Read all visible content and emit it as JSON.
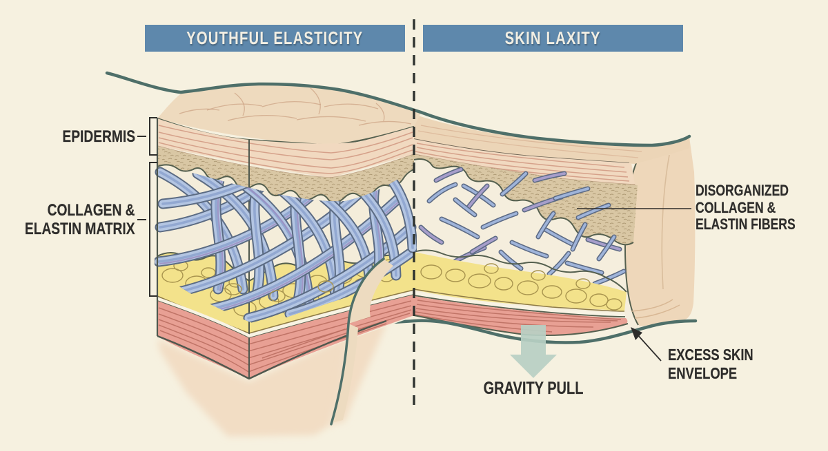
{
  "banners": {
    "left": "YOUTHFUL ELASTICITY",
    "right": "SKIN LAXITY"
  },
  "labels": {
    "epidermis": "EPIDERMIS",
    "collagen_matrix": {
      "line1": "COLLAGEN &",
      "line2": "ELASTIN MATRIX"
    },
    "disorganized": {
      "line1": "DISORGANIZED",
      "line2": "COLLAGEN &",
      "line3": "ELASTIN FIBERS"
    },
    "excess_skin": {
      "line1": "EXCESS SKIN",
      "line2": "ENVELOPE"
    },
    "gravity": "GRAVITY PULL"
  },
  "icons": {
    "gravity_arrow": "down-arrow",
    "excess_pointer": "up-left-arrow",
    "divider": "vertical-dashed-line"
  },
  "colors": {
    "background": "#f6f1e0",
    "banner_blue": "#5e88ac",
    "banner_text": "#f1eee3",
    "outline_teal": "#4e6f69",
    "edge_dark": "#55604f",
    "skin_tan": "#ecd5b7",
    "epidermis_pink": "#f1d9c0",
    "dermis_stipple": "#d9c7a4",
    "collagen_blue": "#b3c5e2",
    "fiber_purple": "#9a8bc0",
    "fat_yellow": "#f3e28b",
    "muscle_pink": "#e8a094",
    "arrow_sage": "#b7cfc3",
    "label_text": "#2e2d2b"
  }
}
